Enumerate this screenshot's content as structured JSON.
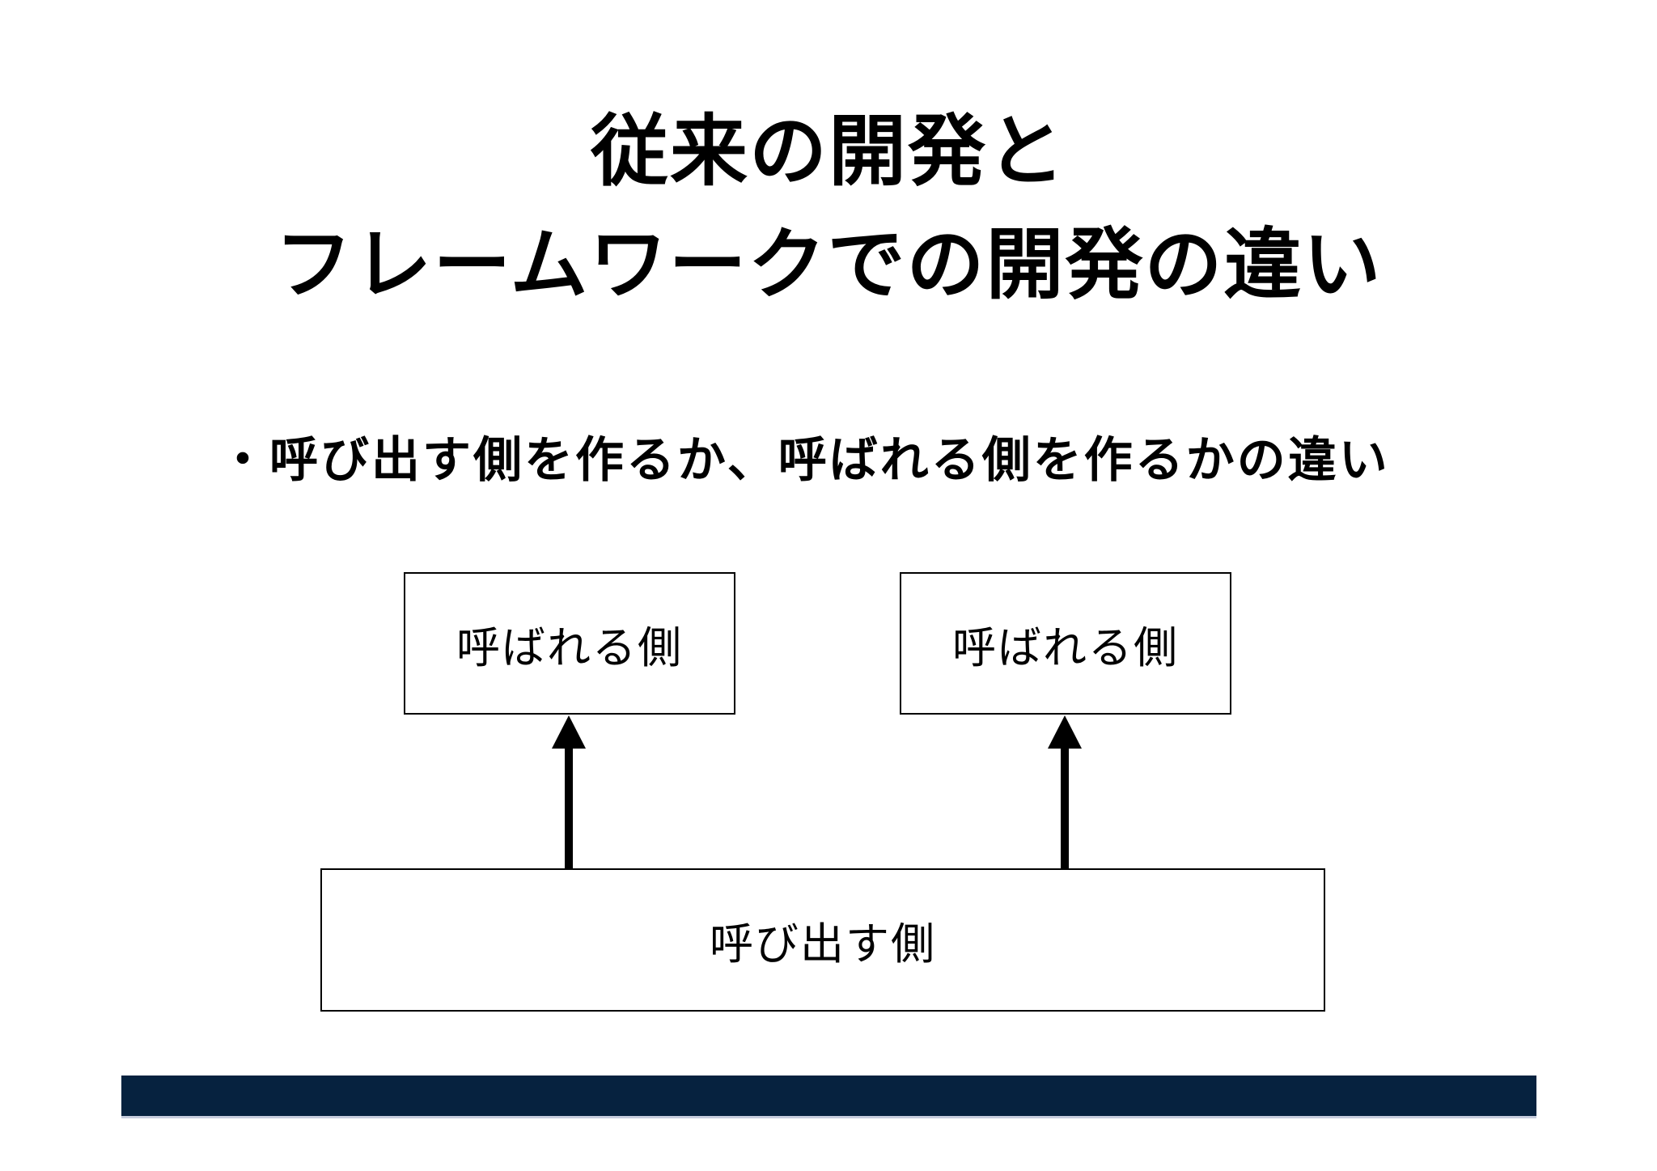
{
  "slide": {
    "title_lines": [
      "従来の開発と",
      "フレームワークでの開発の違い"
    ],
    "bullet": "・呼び出す側を作るか、呼ばれる側を作るかの違い",
    "diagram": {
      "called_boxes": [
        {
          "label": "呼ばれる側"
        },
        {
          "label": "呼ばれる側"
        }
      ],
      "caller_box": {
        "label": "呼び出す側"
      },
      "arrow_count": 2,
      "arrow_direction": "up"
    },
    "colors": {
      "background": "#ffffff",
      "text": "#000000",
      "box_border": "#000000",
      "arrow": "#000000",
      "footer_bar": "#06223f",
      "footer_bar_underline": "#c7cdde"
    }
  }
}
